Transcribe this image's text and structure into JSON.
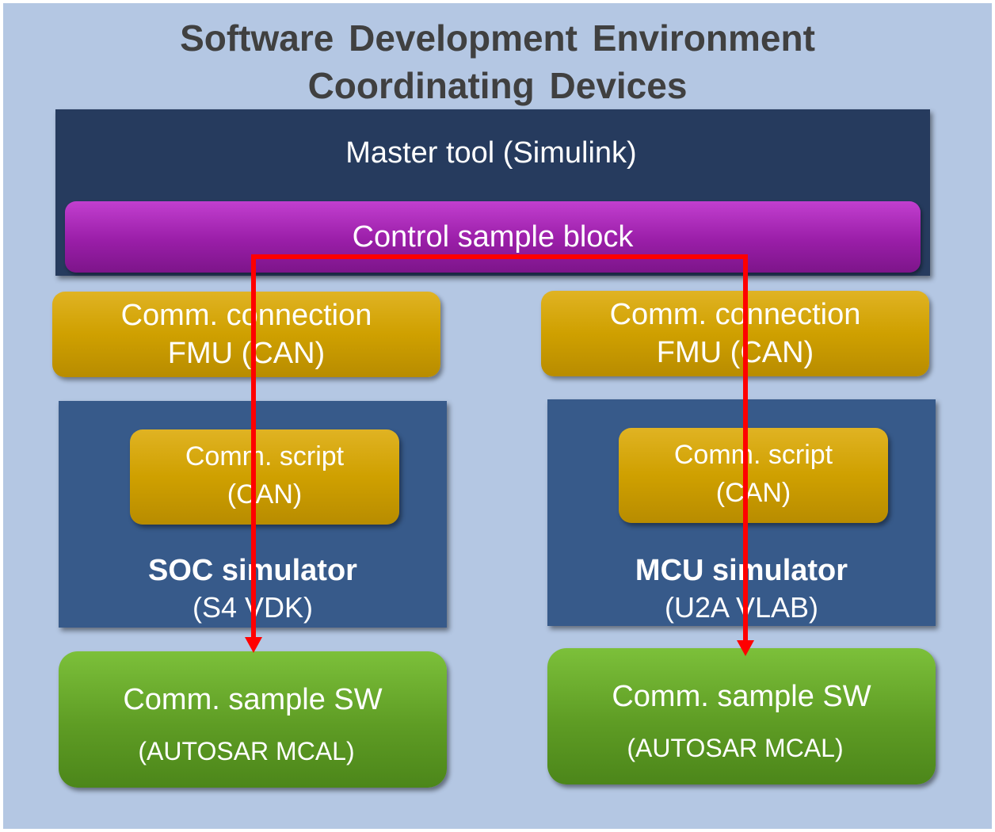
{
  "title": {
    "line1": "Software Development Environment",
    "line2": "Coordinating Devices"
  },
  "master_tool": {
    "label": "Master tool (Simulink)"
  },
  "control_block": {
    "label": "Control sample block"
  },
  "left": {
    "comm_connection": {
      "line1": "Comm. connection",
      "line2": "FMU (CAN)"
    },
    "comm_script": {
      "line1": "Comm. script",
      "line2": "(CAN)"
    },
    "simulator": {
      "name": "SOC simulator",
      "sub": "(S4 VDK)"
    },
    "sample_sw": {
      "main": "Comm. sample SW",
      "sub": "(AUTOSAR MCAL)"
    }
  },
  "right": {
    "comm_connection": {
      "line1": "Comm. connection",
      "line2": "FMU (CAN)"
    },
    "comm_script": {
      "line1": "Comm. script",
      "line2": "(CAN)"
    },
    "simulator": {
      "name": "MCU simulator",
      "sub": "(U2A VLAB)"
    },
    "sample_sw": {
      "main": "Comm. sample SW",
      "sub": "(AUTOSAR MCAL)"
    }
  },
  "colors": {
    "background": "#b4c7e3",
    "master": "#263b5e",
    "control": "#9a1ea8",
    "comm": "#cfa000",
    "simulator": "#375a8a",
    "sample_sw": "#5e9c24",
    "arrow": "#ff0000"
  }
}
